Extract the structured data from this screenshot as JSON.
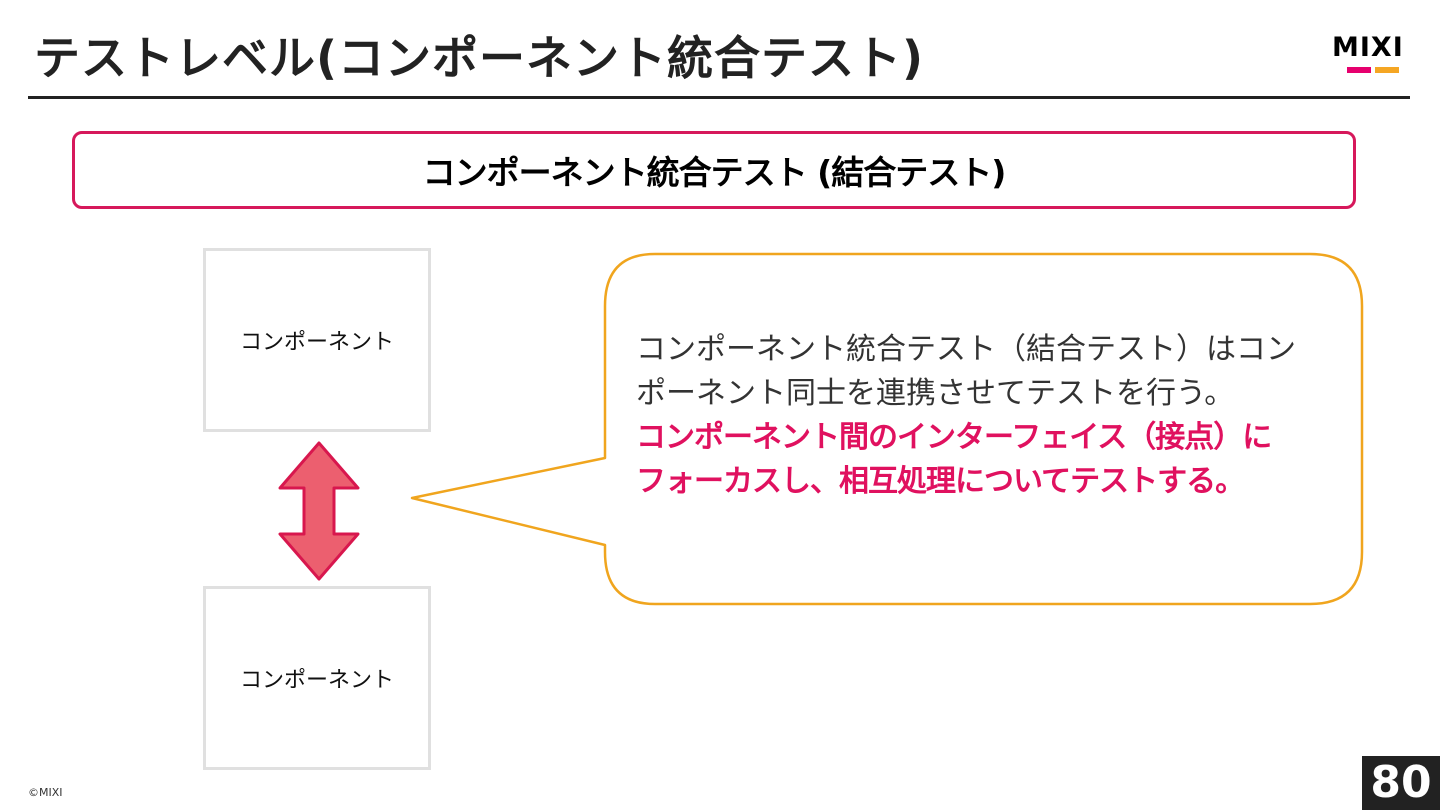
{
  "slide": {
    "title": "テストレベル(コンポーネント統合テスト)",
    "heading": "コンポーネント統合テスト (結合テスト)"
  },
  "logo": {
    "text": "MIXI",
    "colors": {
      "pink": "#e6006e",
      "orange": "#f5a623"
    }
  },
  "diagram": {
    "component_top": "コンポーネント",
    "component_bottom": "コンポーネント",
    "arrow_icon": "double-headed-vertical-arrow",
    "arrow_fill": "#ec5f6f",
    "arrow_stroke": "#d8174e"
  },
  "callout": {
    "lines": [
      "コンポーネント統合テスト（結合テスト）はコン",
      "ポーネント同士を連携させてテストを行う。"
    ],
    "emphasis_lines": [
      "コンポーネント間のインターフェイス（接点）に",
      "フォーカスし、相互処理についてテストする。"
    ],
    "border_color": "#f0a51e",
    "emphasis_color": "#e0115f"
  },
  "footer": {
    "copyright": "©MIXI",
    "page_number": "80"
  }
}
